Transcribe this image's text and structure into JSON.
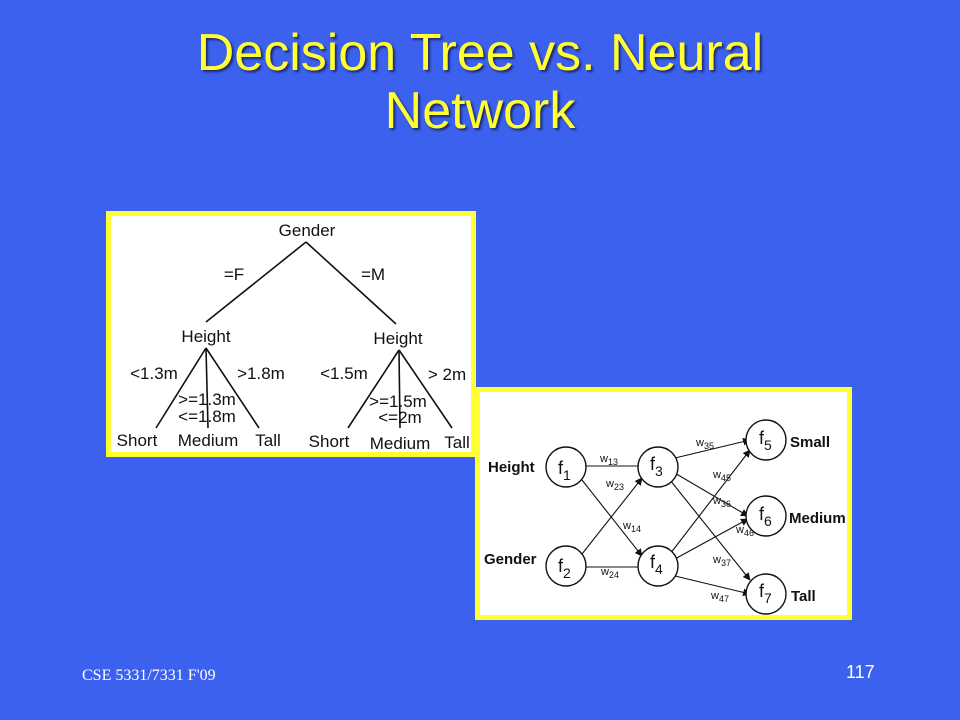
{
  "slide": {
    "title_line1": "Decision Tree vs. Neural",
    "title_line2": "Network",
    "footer_course": "CSE 5331/7331 F'09",
    "page_number": "117"
  },
  "colors": {
    "background": "#3c61ef",
    "title": "#ffff33",
    "panel_border": "#ffff33"
  },
  "tree": {
    "root": "Gender",
    "edge_left": "=F",
    "edge_right": "=M",
    "left": {
      "node": "Height",
      "cond_left": "<1.3m",
      "cond_right": ">1.8m",
      "cond_mid_1": ">=1.3m",
      "cond_mid_2": "<=1.8m",
      "leaf_left": "Short",
      "leaf_mid": "Medium",
      "leaf_right": "Tall"
    },
    "right": {
      "node": "Height",
      "cond_left": "<1.5m",
      "cond_right": "> 2m",
      "cond_mid_1": ">=1.5m",
      "cond_mid_2": "<=2m",
      "leaf_left": "Short",
      "leaf_mid": "Medium",
      "leaf_right": "Tall"
    }
  },
  "network": {
    "inputs": [
      "Height",
      "Gender"
    ],
    "outputs": [
      "Small",
      "Medium",
      "Tall"
    ],
    "nodes": [
      {
        "f": "f",
        "sub": "1"
      },
      {
        "f": "f",
        "sub": "2"
      },
      {
        "f": "f",
        "sub": "3"
      },
      {
        "f": "f",
        "sub": "4"
      },
      {
        "f": "f",
        "sub": "5"
      },
      {
        "f": "f",
        "sub": "6"
      },
      {
        "f": "f",
        "sub": "7"
      }
    ],
    "weights": [
      {
        "w": "w",
        "sub": "13"
      },
      {
        "w": "w",
        "sub": "23"
      },
      {
        "w": "w",
        "sub": "14"
      },
      {
        "w": "w",
        "sub": "24"
      },
      {
        "w": "w",
        "sub": "35"
      },
      {
        "w": "w",
        "sub": "45"
      },
      {
        "w": "w",
        "sub": "36"
      },
      {
        "w": "w",
        "sub": "46"
      },
      {
        "w": "w",
        "sub": "37"
      },
      {
        "w": "w",
        "sub": "47"
      }
    ]
  }
}
